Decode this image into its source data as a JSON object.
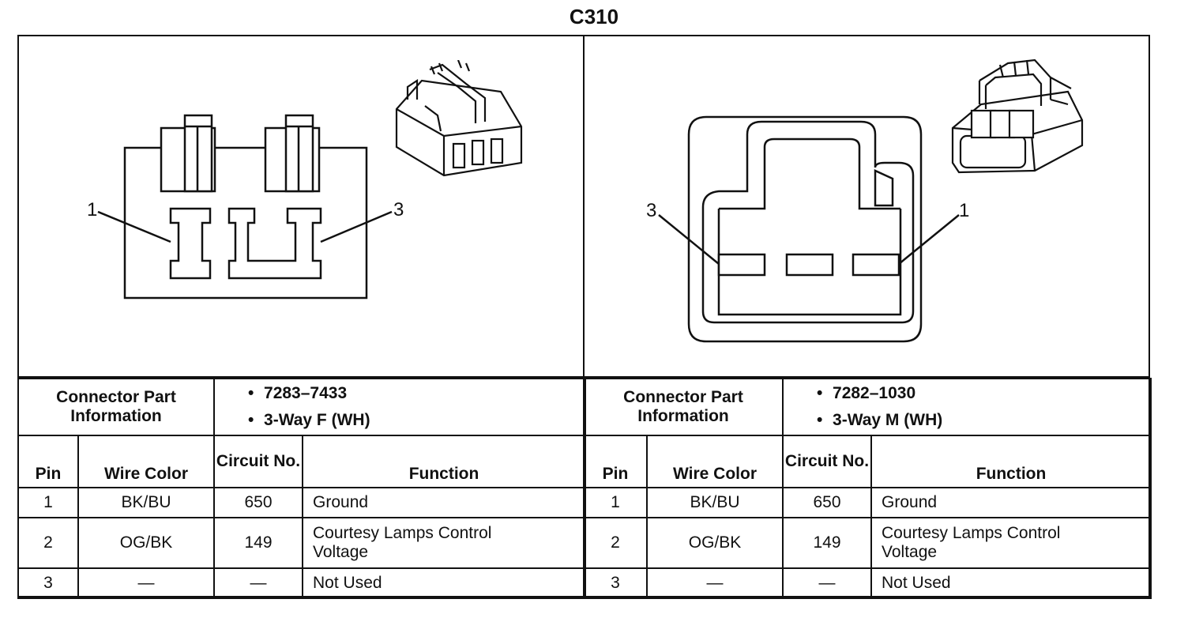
{
  "title": "C310",
  "connectors": [
    {
      "part_label": "Connector Part Information",
      "part_number": "7283–7433",
      "part_desc": "3-Way F (WH)",
      "pin_callouts": [
        "1",
        "3"
      ],
      "headers": {
        "pin": "Pin",
        "wire_color": "Wire Color",
        "circuit": "Circuit No.",
        "function": "Function"
      },
      "rows": [
        {
          "pin": "1",
          "wire": "BK/BU",
          "circuit": "650",
          "function": "Ground"
        },
        {
          "pin": "2",
          "wire": "OG/BK",
          "circuit": "149",
          "function": "Courtesy Lamps Control Voltage"
        },
        {
          "pin": "3",
          "wire": "—",
          "circuit": "—",
          "function": "Not Used"
        }
      ]
    },
    {
      "part_label": "Connector Part Information",
      "part_number": "7282–1030",
      "part_desc": "3-Way M (WH)",
      "pin_callouts": [
        "3",
        "1"
      ],
      "headers": {
        "pin": "Pin",
        "wire_color": "Wire Color",
        "circuit": "Circuit No.",
        "function": "Function"
      },
      "rows": [
        {
          "pin": "1",
          "wire": "BK/BU",
          "circuit": "650",
          "function": "Ground"
        },
        {
          "pin": "2",
          "wire": "OG/BK",
          "circuit": "149",
          "function": "Courtesy Lamps Control Voltage"
        },
        {
          "pin": "3",
          "wire": "—",
          "circuit": "—",
          "function": "Not Used"
        }
      ]
    }
  ]
}
